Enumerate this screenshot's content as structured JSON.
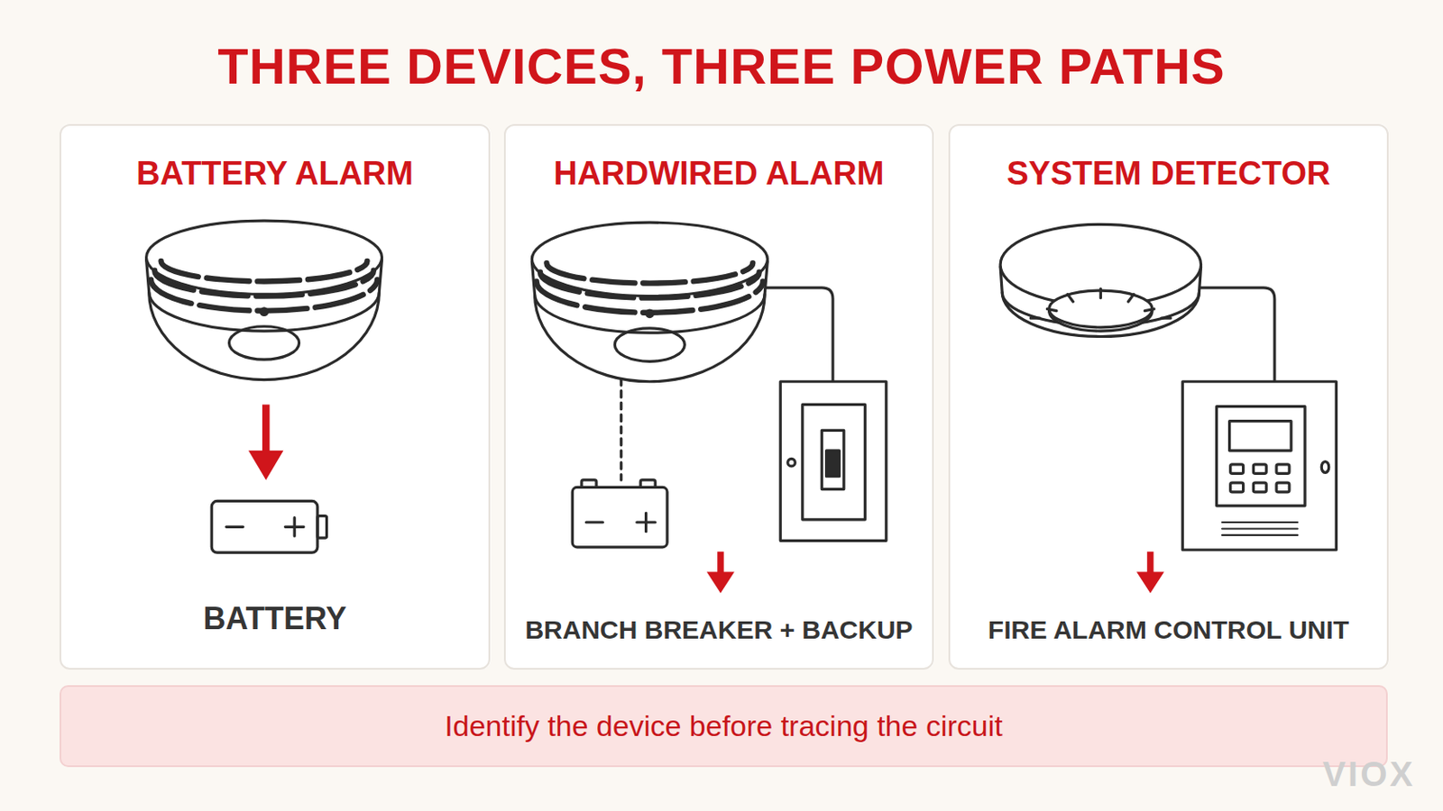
{
  "diagram": {
    "title": "THREE DEVICES, THREE POWER PATHS",
    "nodes": [
      {
        "text": [
          "BATTERY ALARM",
          "BATTERY"
        ]
      },
      {
        "text": [
          "HARDWIRED ALARM",
          "BRANCH BREAKER + BACKUP"
        ]
      },
      {
        "text": [
          "SYSTEM DETECTOR",
          "FIRE ALARM CONTROL UNIT"
        ]
      },
      {
        "text": [
          "Identify the device before tracing the circuit"
        ]
      }
    ],
    "labels": [
      "VIOX"
    ]
  }
}
